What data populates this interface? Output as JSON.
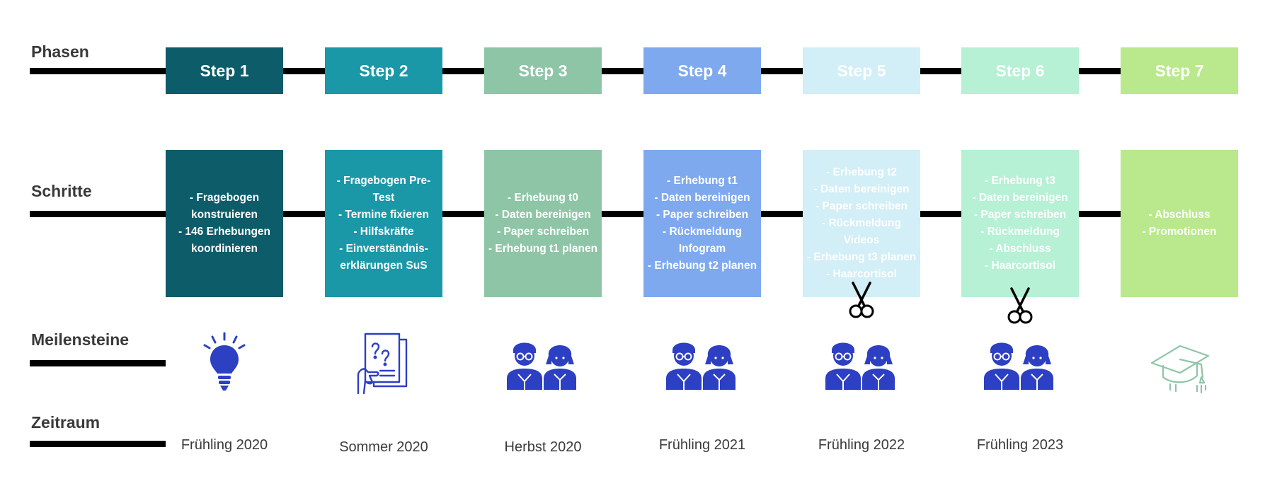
{
  "rows": {
    "phasen": "Phasen",
    "schritte": "Schritte",
    "meilensteine": "Meilensteine",
    "zeitraum": "Zeitraum"
  },
  "colors": {
    "step1": "#0d5c6a",
    "step2": "#1a98a8",
    "step3": "#8ec5a6",
    "step4": "#7ea9ef",
    "step5": "#d2eef6",
    "step6": "#b6f0d5",
    "step7": "#b9e98c",
    "icon_blue": "#2d3fc2",
    "icon_green": "#8ec5a6"
  },
  "steps": [
    {
      "label": "Step 1",
      "details": [
        "- Fragebogen",
        "konstruieren",
        "- 146 Erhebungen",
        "koordinieren"
      ],
      "milestone_icon": "lightbulb-icon",
      "period": "Frühling 2020"
    },
    {
      "label": "Step 2",
      "details": [
        "- Fragebogen Pre-",
        "Test",
        "- Termine fixieren",
        "- Hilfskräfte",
        "- Einverständnis-",
        "erklärungen SuS"
      ],
      "milestone_icon": "questionnaire-icon",
      "period": "Sommer 2020"
    },
    {
      "label": "Step 3",
      "details": [
        "- Erhebung t0",
        "- Daten bereinigen",
        "- Paper schreiben",
        "- Erhebung t1 planen"
      ],
      "milestone_icon": "students-icon",
      "period": "Herbst 2020"
    },
    {
      "label": "Step 4",
      "details": [
        "- Erhebung t1",
        "- Daten bereinigen",
        "- Paper schreiben",
        "- Rückmeldung",
        "Infogram",
        "- Erhebung t2 planen"
      ],
      "milestone_icon": "students-icon",
      "period": "Frühling 2021"
    },
    {
      "label": "Step 5",
      "details": [
        "- Erhebung t2",
        "- Daten bereinigen",
        "- Paper schreiben",
        "- Rückmeldung",
        "Videos",
        "- Erhebung t3 planen",
        "- Haarcortisol"
      ],
      "milestone_icon": "students-icon",
      "period": "Frühling 2022",
      "scissors_icon": "scissors-icon"
    },
    {
      "label": "Step 6",
      "details": [
        "- Erhebung t3",
        "- Daten bereinigen",
        "- Paper schreiben",
        "- Rückmeldung",
        "- Abschluss",
        "- Haarcortisol"
      ],
      "milestone_icon": "students-icon",
      "period": "Frühling 2023",
      "scissors_icon": "scissors-icon"
    },
    {
      "label": "Step 7",
      "details": [
        "- Abschluss",
        "- Promotionen"
      ],
      "milestone_icon": "graduation-cap-icon",
      "period": ""
    }
  ]
}
